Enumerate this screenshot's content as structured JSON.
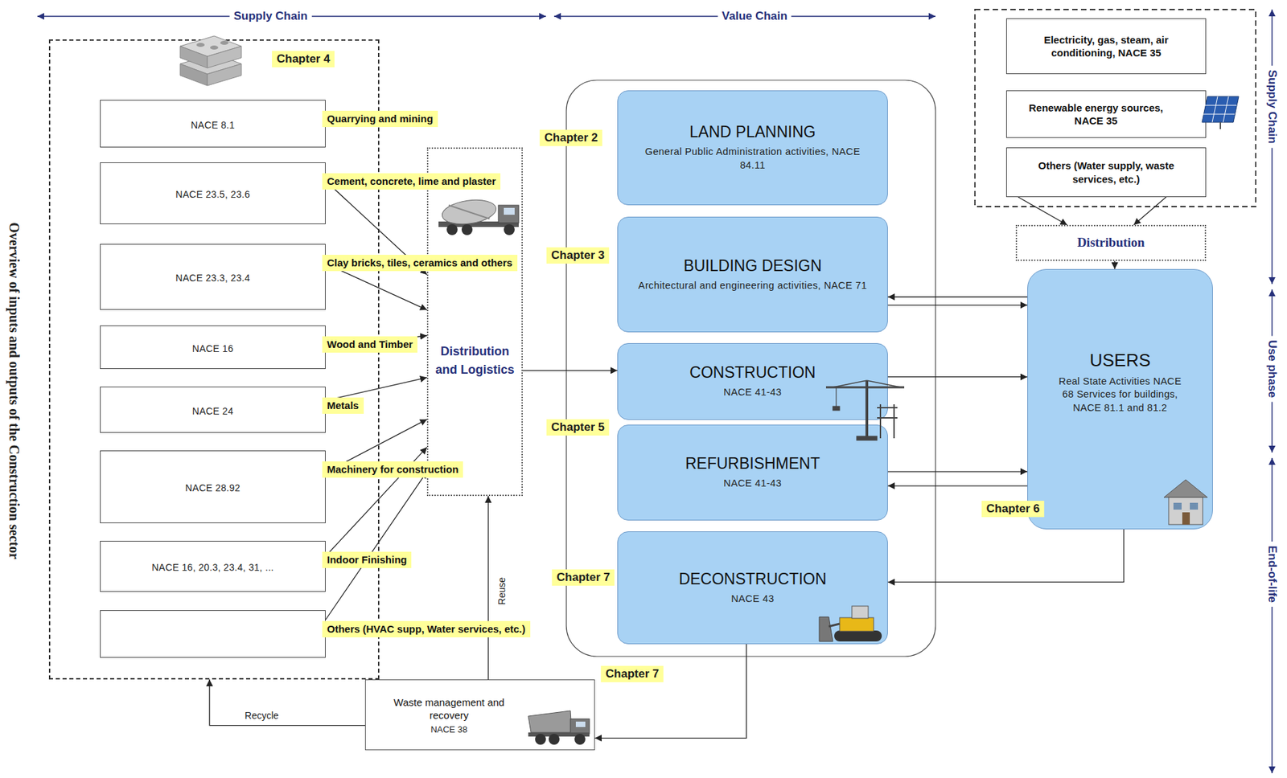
{
  "diagram": {
    "nodes": [
      {
        "text": [
          "Chapter 4"
        ]
      },
      {
        "text": [
          "Quarrying and mining",
          "NACE 8.1"
        ],
        "in": 0
      },
      {
        "text": [
          "Cement, concrete, lime and plaster",
          "NACE 23.5, 23.6"
        ],
        "in": 0
      },
      {
        "text": [
          "Clay bricks, tiles, ceramics and others",
          "NACE 23.3, 23.4"
        ],
        "in": 0
      },
      {
        "text": [
          "Wood and Timber",
          "NACE 16"
        ],
        "in": 0
      },
      {
        "text": [
          "Metals",
          "NACE 24"
        ],
        "in": 0
      },
      {
        "text": [
          "Machinery for construction",
          "NACE 28.92"
        ],
        "in": 0
      },
      {
        "text": [
          "Indoor Finishing",
          "NACE 16, 20.3, 23.4, 31, ..."
        ],
        "in": 0
      },
      {
        "text": [
          "Others (HVAC supp, Water services, etc.)"
        ],
        "in": 0
      },
      {
        "text": [
          "Distribution and Logistics"
        ]
      },
      {
        "text": [
          "LAND PLANNING",
          "General Public Administration activities, NACE 84.11"
        ]
      },
      {
        "text": [
          "BUILDING DESIGN",
          "Architectural and engineering activities, NACE 71"
        ]
      },
      {
        "text": [
          "CONSTRUCTION",
          "NACE 41-43"
        ]
      },
      {
        "text": [
          "REFURBISHMENT",
          "NACE 41-43"
        ]
      },
      {
        "text": [
          "DECONSTRUCTION",
          "NACE 43"
        ]
      },
      {
        "text": [
          "Electricity, gas, steam, air conditioning, NACE 35"
        ]
      },
      {
        "text": [
          "Renewable energy sources, NACE 35"
        ]
      },
      {
        "text": [
          "Others (Water supply, waste services, etc.)"
        ]
      },
      {
        "text": [
          "Distribution"
        ]
      },
      {
        "text": [
          "USERS",
          "Real State Activities NACE 68 Services for buildings, NACE 81.1 and 81.2"
        ]
      },
      {
        "text": [
          "Waste management and recovery",
          "NACE 38"
        ]
      }
    ],
    "edges": [
      {
        "from": 2,
        "to": 9,
        "arrow": "to"
      },
      {
        "from": 3,
        "to": 9,
        "arrow": "to"
      },
      {
        "from": 4,
        "to": 9,
        "arrow": "to"
      },
      {
        "from": 5,
        "to": 9,
        "arrow": "to"
      },
      {
        "from": 6,
        "to": 9,
        "arrow": "to"
      },
      {
        "from": 7,
        "to": 9,
        "arrow": "to"
      },
      {
        "from": 8,
        "to": 9,
        "arrow": "to"
      },
      {
        "from": 9,
        "to": 12,
        "arrow": "to"
      },
      {
        "from": 11,
        "to": 19,
        "arrow": "to"
      },
      {
        "from": 19,
        "to": 11,
        "arrow": "to"
      },
      {
        "from": 12,
        "to": 19,
        "arrow": "to"
      },
      {
        "from": 13,
        "to": 19,
        "arrow": "to"
      },
      {
        "from": 19,
        "to": 13,
        "arrow": "to"
      },
      {
        "from": 19,
        "to": 14,
        "arrow": "to"
      },
      {
        "from": 14,
        "to": 20,
        "arrow": "to"
      },
      {
        "from": 20,
        "to": 9,
        "label": "Reuse",
        "arrow": "to"
      },
      {
        "from": 20,
        "to": 0,
        "label": "Recycle",
        "arrow": "to"
      },
      {
        "from": 17,
        "to": 18,
        "arrow": "to"
      },
      {
        "from": 17,
        "to": 18,
        "arrow": "to"
      },
      {
        "from": 18,
        "to": 19,
        "arrow": "to"
      }
    ],
    "labels": [
      "Supply Chain",
      "Value Chain",
      "Overview of inputs and outputs of the Construction sector",
      "Supply Chain",
      "Use phase",
      "End-of-life",
      "Chapter 2",
      "Chapter 3",
      "Chapter 5",
      "Chapter 7",
      "Chapter 6",
      "Chapter 7"
    ]
  }
}
